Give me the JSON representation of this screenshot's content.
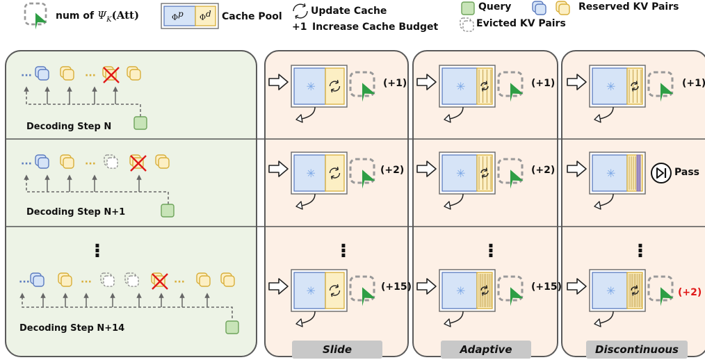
{
  "legend": {
    "num_of_label": "num of",
    "psi_symbol": "Ψ",
    "psi_sub": "K",
    "psi_arg": "(Att)",
    "phi_p": "Φ",
    "phi_p_sup": "p",
    "phi_d": "Φ",
    "phi_d_sup": "d",
    "cache_pool": "Cache Pool",
    "update_cache": "Update Cache",
    "plus_one": "+1",
    "increase_budget": "Increase Cache Budget",
    "query": "Query",
    "reserved": "Reserved KV Pairs",
    "evicted": "Evicted KV Pairs"
  },
  "left_panel": {
    "steps": [
      "Decoding Step N",
      "Decoding Step N+1",
      "Decoding Step N+14"
    ]
  },
  "columns": [
    {
      "tab": "Slide",
      "badges": [
        "(+1)",
        "(+2)",
        "(+15)"
      ]
    },
    {
      "tab": "Adaptive",
      "badges": [
        "(+1)",
        "(+2)",
        "(+15)"
      ]
    },
    {
      "tab": "Discontinuous",
      "badges": [
        "(+1)",
        "Pass",
        "(+2)"
      ]
    }
  ],
  "colors": {
    "left_bg": "#edf3e6",
    "right_bg": "#fdf0e6",
    "blue_fill": "#d6e4f7",
    "blue_stroke": "#5b7bbf",
    "yellow_fill": "#fcefc4",
    "yellow_stroke": "#d8ae3a",
    "green_fill": "#c8e4b8",
    "green_stroke": "#6da35a",
    "arrow_green": "#2e9e45",
    "evict_red": "#e01818",
    "pass_purple": "#9f8fc6"
  }
}
